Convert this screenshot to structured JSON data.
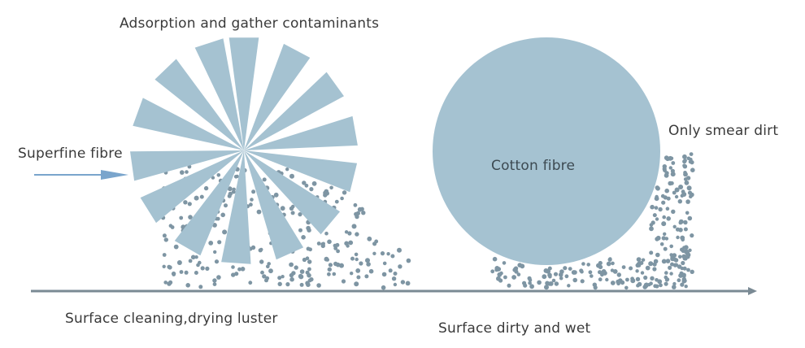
{
  "labels": {
    "adsorption": "Adsorption and gather contaminants",
    "superfine_fibre": "Superfine fibre",
    "cotton_fibre": "Cotton fibre",
    "only_smear_dirt": "Only smear dirt",
    "surface_cleaning": "Surface cleaning,drying luster",
    "surface_dirty": "Surface dirty and wet"
  },
  "colors": {
    "fibre": "#a5c2d1",
    "dirt": "#7e95a3",
    "surface_line": "#7a8a94",
    "arrow": "#7aa5cc"
  }
}
